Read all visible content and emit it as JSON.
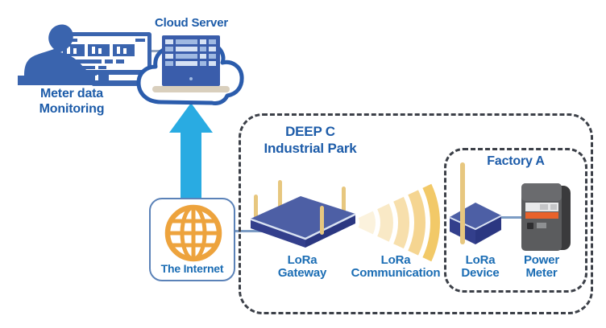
{
  "labels": {
    "meter_monitoring": "Meter data\nMonitoring",
    "cloud_server": "Cloud Server",
    "the_internet": "The Internet",
    "industrial_park": "DEEP C\nIndustrial Park",
    "lora_gateway": "LoRa\nGateway",
    "lora_communication": "LoRa\nCommunication",
    "factory": "Factory A",
    "lora_device": "LoRa\nDevice",
    "power_meter": "Power\nMeter"
  },
  "icons": {
    "monitoring": "person-at-computer-icon",
    "cloud": "cloud-server-icon",
    "flow": "upload-arrow-icon",
    "internet": "globe-icon",
    "gateway": "lora-gateway-icon",
    "communication": "radio-waves-icon",
    "device": "lora-device-icon",
    "meter": "power-meter-icon"
  },
  "colors": {
    "icon_blue": "#3A64AE",
    "cloud_stroke": "#2B5CAC",
    "server_fill": "#3A5DAB",
    "server_row_light": "#9FB9E2",
    "server_row_white": "#D6E2F4",
    "shadow_tan": "#D9CFBD",
    "arrow_cyan": "#29ABE2",
    "internet_border": "#5B82B8",
    "globe_orange": "#EDA33D",
    "dash_gray": "#3C4048",
    "device_top": "#4D5FA5",
    "device_left": "#333F8C",
    "device_right": "#2B3781",
    "device_stripe": "#D9E2F2",
    "antenna_tan": "#E7C77F",
    "wave_1": "#FBF2DD",
    "wave_2": "#F9E9C6",
    "wave_3": "#F7DFAC",
    "wave_4": "#F5D591",
    "wave_5": "#F2C968",
    "meter_face": "#5B5C5E",
    "meter_side": "#3A3A3C",
    "meter_top": "#6A6B6E",
    "meter_display": "#E8E9EA",
    "meter_mark": "#C4C5C7",
    "meter_orange": "#E8622B",
    "meter_button": "#2E2E30",
    "meter_button2": "#8E9092",
    "connector": "#7C9CC4",
    "monitor_line": "#93A5BE",
    "label_blue": "#1B6DB4",
    "heading_blue": "#1D5CA9"
  }
}
